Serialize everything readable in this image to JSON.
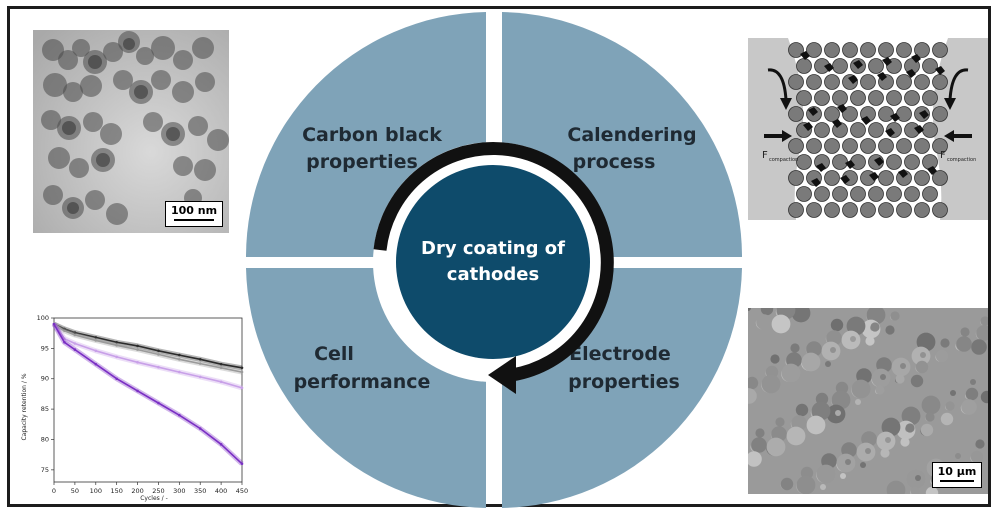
{
  "colors": {
    "quadrant_fill": "#7fa3b8",
    "center_fill": "#0e4b6b",
    "ring": "#111111",
    "frame": "#1c1c1c",
    "center_text": "#ffffff",
    "quadrant_text": "#1f2a33"
  },
  "diagram": {
    "center": {
      "line1": "Dry coating of",
      "line2": "cathodes"
    },
    "quadrants": [
      {
        "line1": "Carbon black",
        "line2": "properties"
      },
      {
        "line1": "Calendering",
        "line2": "process"
      },
      {
        "line1": "Cell",
        "line2": "performance"
      },
      {
        "line1": "Electrode",
        "line2": "properties"
      }
    ]
  },
  "images": {
    "tem": {
      "icon": "tem-micrograph",
      "scale": "100 nm"
    },
    "sem": {
      "icon": "sem-micrograph",
      "scale": "10 µm"
    },
    "calendering_schematic": {
      "icon": "particle-compaction-schematic",
      "force_left": "F",
      "force_right": "F",
      "force_subscript": "compaction"
    }
  },
  "chart_data": {
    "type": "line",
    "title": "",
    "xlabel": "Cycles / -",
    "ylabel": "Capacity retention / %",
    "xlim": [
      0,
      450
    ],
    "ylim": [
      73,
      100
    ],
    "x_ticks": [
      "0",
      "50",
      "100",
      "150",
      "200",
      "250",
      "300",
      "350",
      "400",
      "450"
    ],
    "y_ticks": [
      "75",
      "80",
      "85",
      "90",
      "95",
      "100"
    ],
    "series": [
      {
        "color": "#2b2b2b",
        "x": [
          0,
          25,
          50,
          100,
          150,
          200,
          250,
          300,
          350,
          400,
          450
        ],
        "y": [
          99,
          98.2,
          97.6,
          96.8,
          96,
          95.4,
          94.6,
          93.9,
          93.2,
          92.4,
          91.8
        ]
      },
      {
        "color": "#9a9a9a",
        "x": [
          0,
          25,
          50,
          100,
          150,
          200,
          250,
          300,
          350,
          400,
          450
        ],
        "y": [
          99,
          97.9,
          97.2,
          96.3,
          95.5,
          94.8,
          94,
          93.2,
          92.5,
          91.8,
          91.1
        ]
      },
      {
        "color": "#c8a0e8",
        "x": [
          0,
          25,
          50,
          100,
          150,
          200,
          250,
          300,
          350,
          400,
          450
        ],
        "y": [
          99,
          96.6,
          95.8,
          94.6,
          93.6,
          92.7,
          91.9,
          91.1,
          90.3,
          89.5,
          88.5
        ]
      },
      {
        "color": "#7a2fc4",
        "x": [
          0,
          25,
          50,
          100,
          150,
          200,
          250,
          300,
          350,
          400,
          450
        ],
        "y": [
          99,
          96,
          94.8,
          92.4,
          90,
          88,
          86,
          84,
          81.8,
          79.2,
          76
        ]
      }
    ]
  }
}
